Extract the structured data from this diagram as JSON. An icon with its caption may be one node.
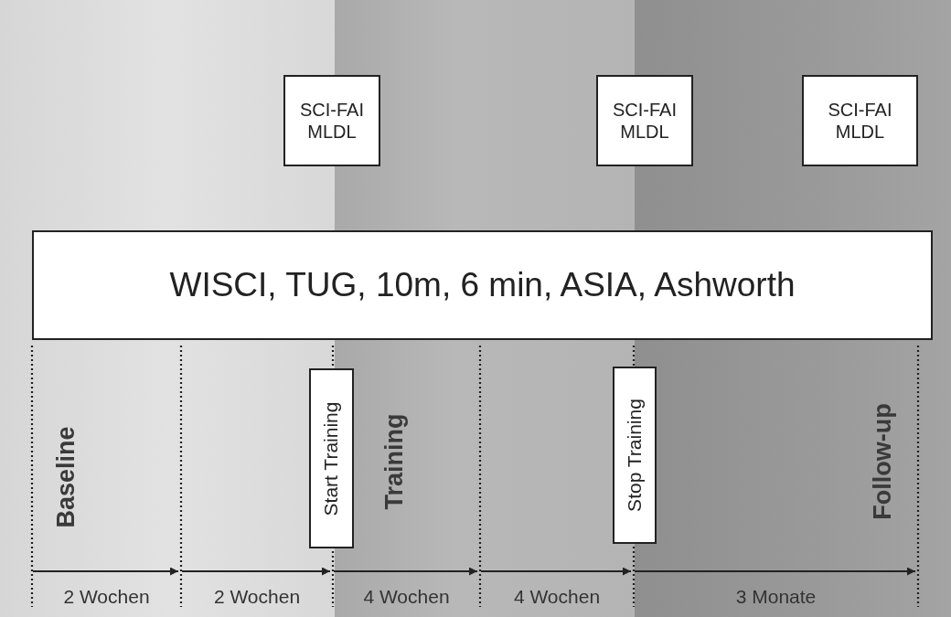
{
  "diagram": {
    "nodes": [
      {
        "text": [
          "SCI-FAI MLDL"
        ]
      },
      {
        "text": [
          "SCI-FAI MLDL"
        ]
      },
      {
        "text": [
          "SCI-FAI MLDL"
        ]
      },
      {
        "text": [
          "WISCI, TUG, 10m, 6 min, ASIA, Ashworth"
        ]
      },
      {
        "text": [
          "Start Training"
        ]
      },
      {
        "text": [
          "Stop Training"
        ]
      }
    ],
    "edges": [],
    "labels": [
      "Baseline",
      "Training",
      "Follow-up",
      "2 Wochen",
      "2 Wochen",
      "4 Wochen",
      "4 Wochen",
      "3 Monate"
    ]
  }
}
